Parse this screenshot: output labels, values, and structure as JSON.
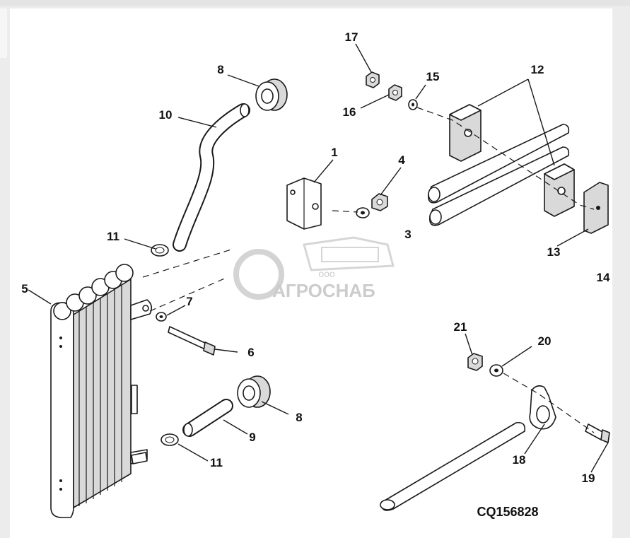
{
  "diagram": {
    "code": "CQ156828",
    "callouts": [
      {
        "id": "c1",
        "label": "1"
      },
      {
        "id": "c3",
        "label": "3"
      },
      {
        "id": "c4",
        "label": "4"
      },
      {
        "id": "c5",
        "label": "5"
      },
      {
        "id": "c6",
        "label": "6"
      },
      {
        "id": "c7",
        "label": "7"
      },
      {
        "id": "c8a",
        "label": "8"
      },
      {
        "id": "c8b",
        "label": "8"
      },
      {
        "id": "c9",
        "label": "9"
      },
      {
        "id": "c10",
        "label": "10"
      },
      {
        "id": "c11a",
        "label": "11"
      },
      {
        "id": "c11b",
        "label": "11"
      },
      {
        "id": "c12",
        "label": "12"
      },
      {
        "id": "c13",
        "label": "13"
      },
      {
        "id": "c14",
        "label": "14"
      },
      {
        "id": "c15",
        "label": "15"
      },
      {
        "id": "c16",
        "label": "16"
      },
      {
        "id": "c17",
        "label": "17"
      },
      {
        "id": "c18",
        "label": "18"
      },
      {
        "id": "c19",
        "label": "19"
      },
      {
        "id": "c20",
        "label": "20"
      },
      {
        "id": "c21",
        "label": "21"
      }
    ]
  },
  "watermark": {
    "prefix": "ооо",
    "brand": "АГРОСНАБ"
  }
}
